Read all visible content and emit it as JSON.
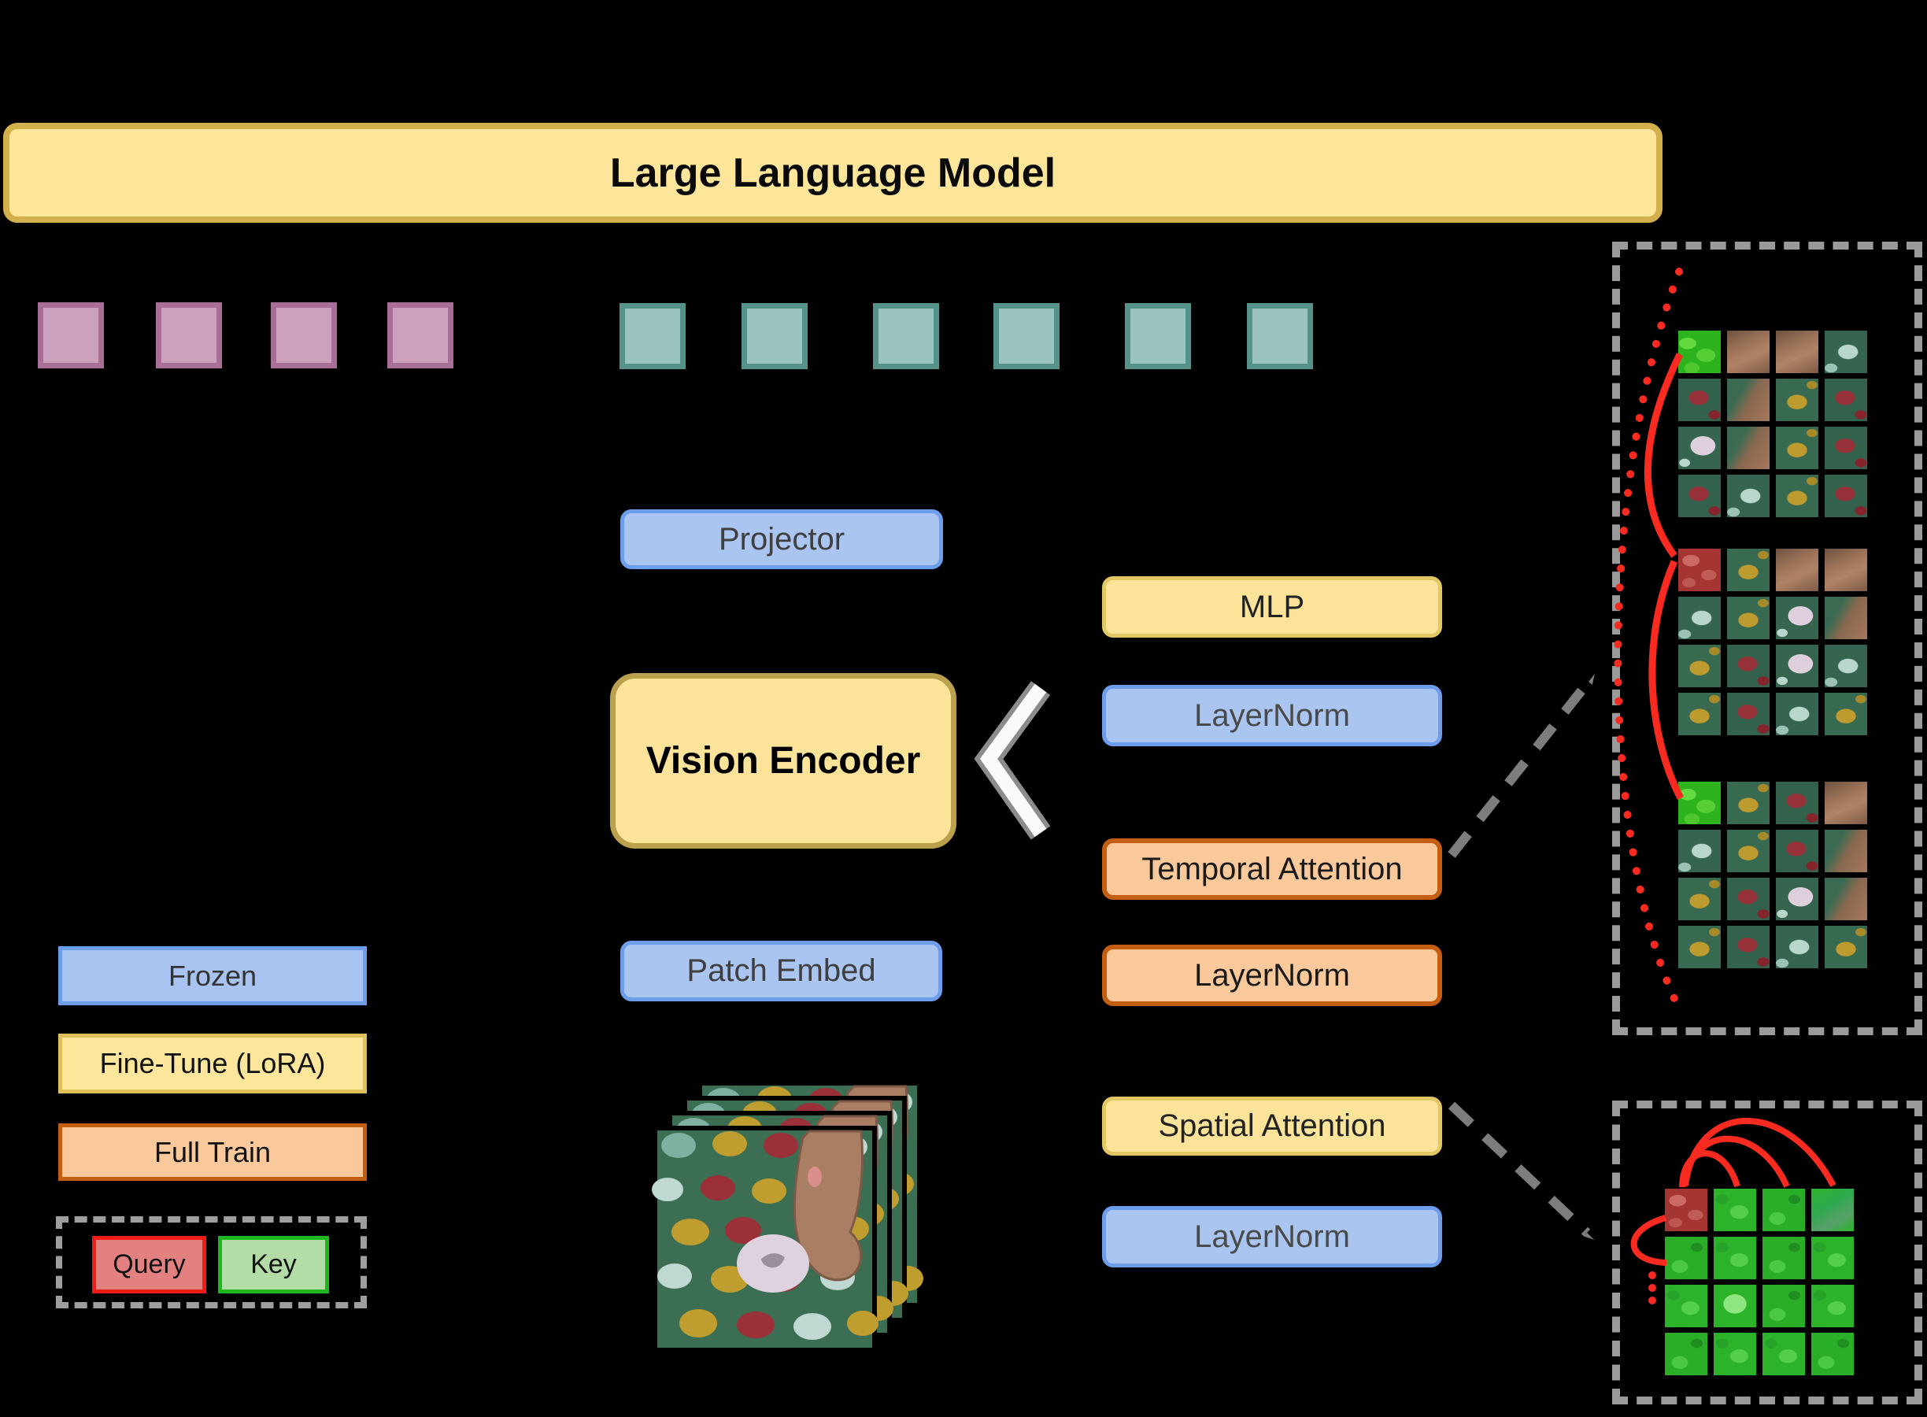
{
  "llm": {
    "label": "Large Language Model"
  },
  "pipeline": {
    "projector": "Projector",
    "vision_encoder": "Vision Encoder",
    "patch_embed": "Patch Embed"
  },
  "encoder_block": {
    "mlp": "MLP",
    "layernorm_top": "LayerNorm",
    "temporal_attention": "Temporal Attention",
    "layernorm_mid": "LayerNorm",
    "spatial_attention": "Spatial Attention",
    "layernorm_bottom": "LayerNorm"
  },
  "legend": {
    "frozen": "Frozen",
    "fine_tune": "Fine-Tune (LoRA)",
    "full_train": "Full Train",
    "query": "Query",
    "key": "Key"
  },
  "tokens": {
    "query_token_count": 4,
    "visual_token_count": 6
  },
  "colors": {
    "frozen_fill": "#A8C3EF",
    "frozen_border": "#6D9EEB",
    "finetune_fill": "#FBE69B",
    "finetune_border": "#DFC05A",
    "fulltrain_fill": "#F9C99C",
    "fulltrain_border": "#C45F11",
    "query_fill": "#E2817F",
    "query_border": "#F31B15",
    "key_fill": "#B3DCA6",
    "key_border": "#1DB71D",
    "query_token_fill": "#CBA1BD",
    "query_token_border": "#A96E96",
    "visual_token_fill": "#9BC4BE",
    "visual_token_border": "#54928A",
    "attention_red": "#F92B20",
    "dash_gray": "#9A9A9A",
    "background": "#000000"
  }
}
